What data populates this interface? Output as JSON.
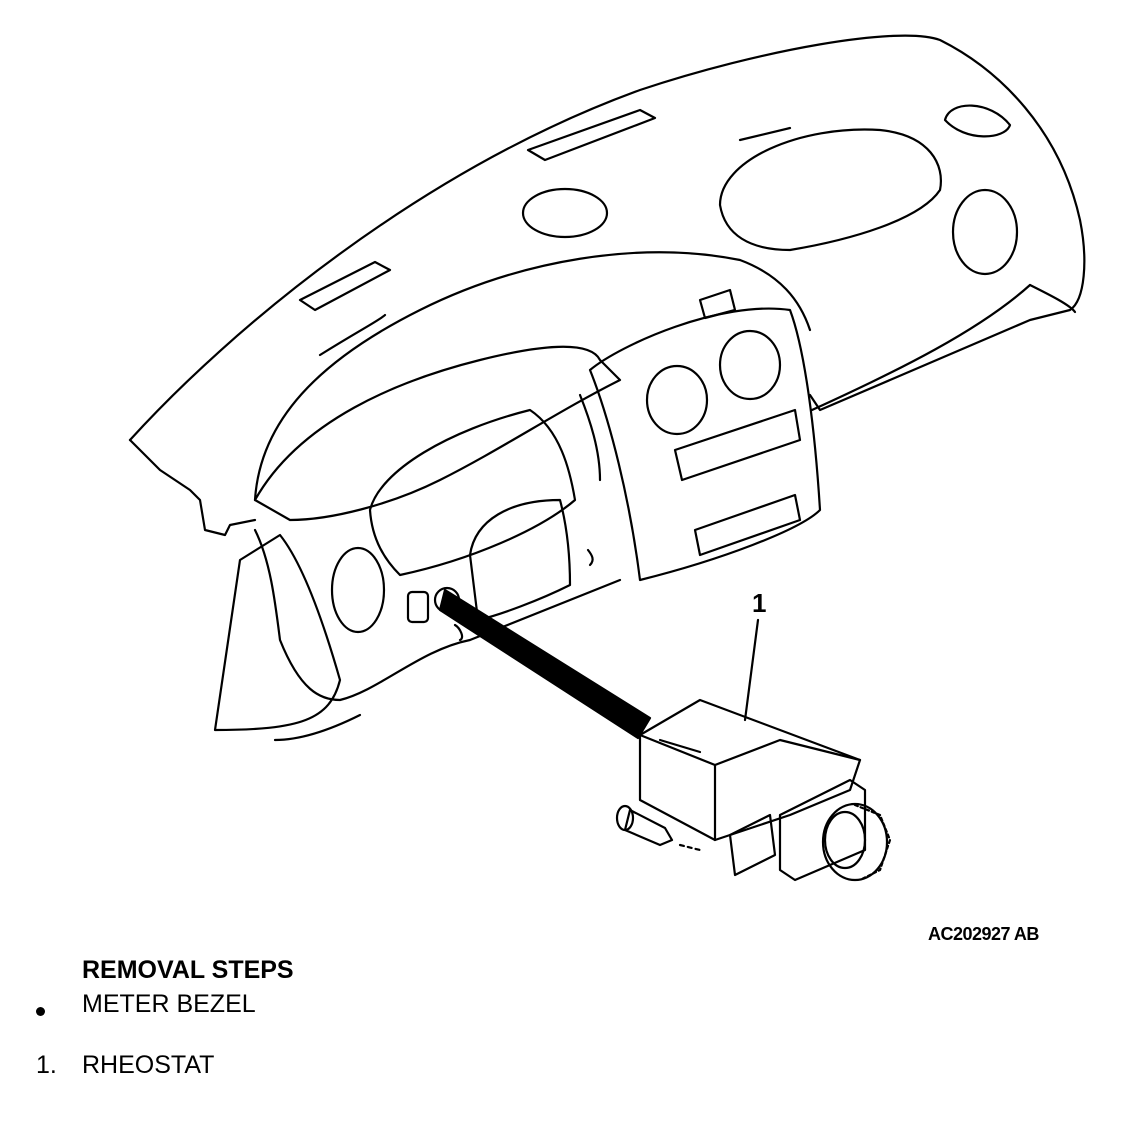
{
  "diagram": {
    "callout_number": "1",
    "figure_code": "AC202927 AB"
  },
  "removal": {
    "title": "REMOVAL STEPS",
    "steps": [
      {
        "marker": "",
        "label": "METER BEZEL"
      },
      {
        "marker": "1.",
        "label": "RHEOSTAT"
      }
    ]
  }
}
